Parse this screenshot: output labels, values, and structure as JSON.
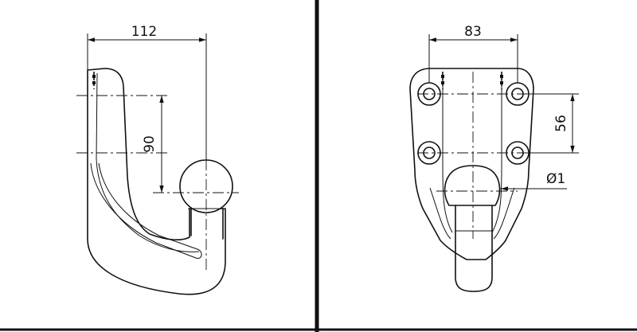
{
  "dimensions": {
    "side_width": "112",
    "side_height": "90",
    "rear_width": "83",
    "rear_height": "56",
    "ball_diameter": "Ø1"
  }
}
